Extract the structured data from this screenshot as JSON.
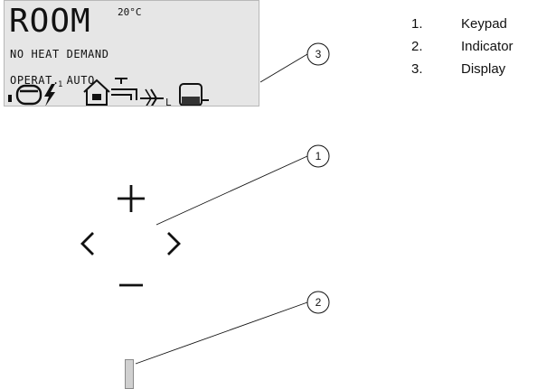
{
  "display": {
    "mode_text": "ROOM",
    "temperature": "20°C",
    "line1": "NO HEAT DEMAND",
    "line2": "OPERAT. AUTO",
    "icons": [
      "indicator-block-icon",
      "boiler-icon",
      "lightning-icon",
      "house-icon",
      "tap-icon",
      "pump-icon",
      "tank-icon"
    ],
    "icon_labels": {
      "lightning_sup": "1",
      "pump_sub": "L"
    }
  },
  "keypad": {
    "up_symbol": "+",
    "down_symbol": "−",
    "left_symbol": "<",
    "right_symbol": ">"
  },
  "callouts": [
    "1",
    "2",
    "3"
  ],
  "legend": [
    {
      "number": "1.",
      "label": "Keypad"
    },
    {
      "number": "2.",
      "label": "Indicator"
    },
    {
      "number": "3.",
      "label": "Display"
    }
  ]
}
